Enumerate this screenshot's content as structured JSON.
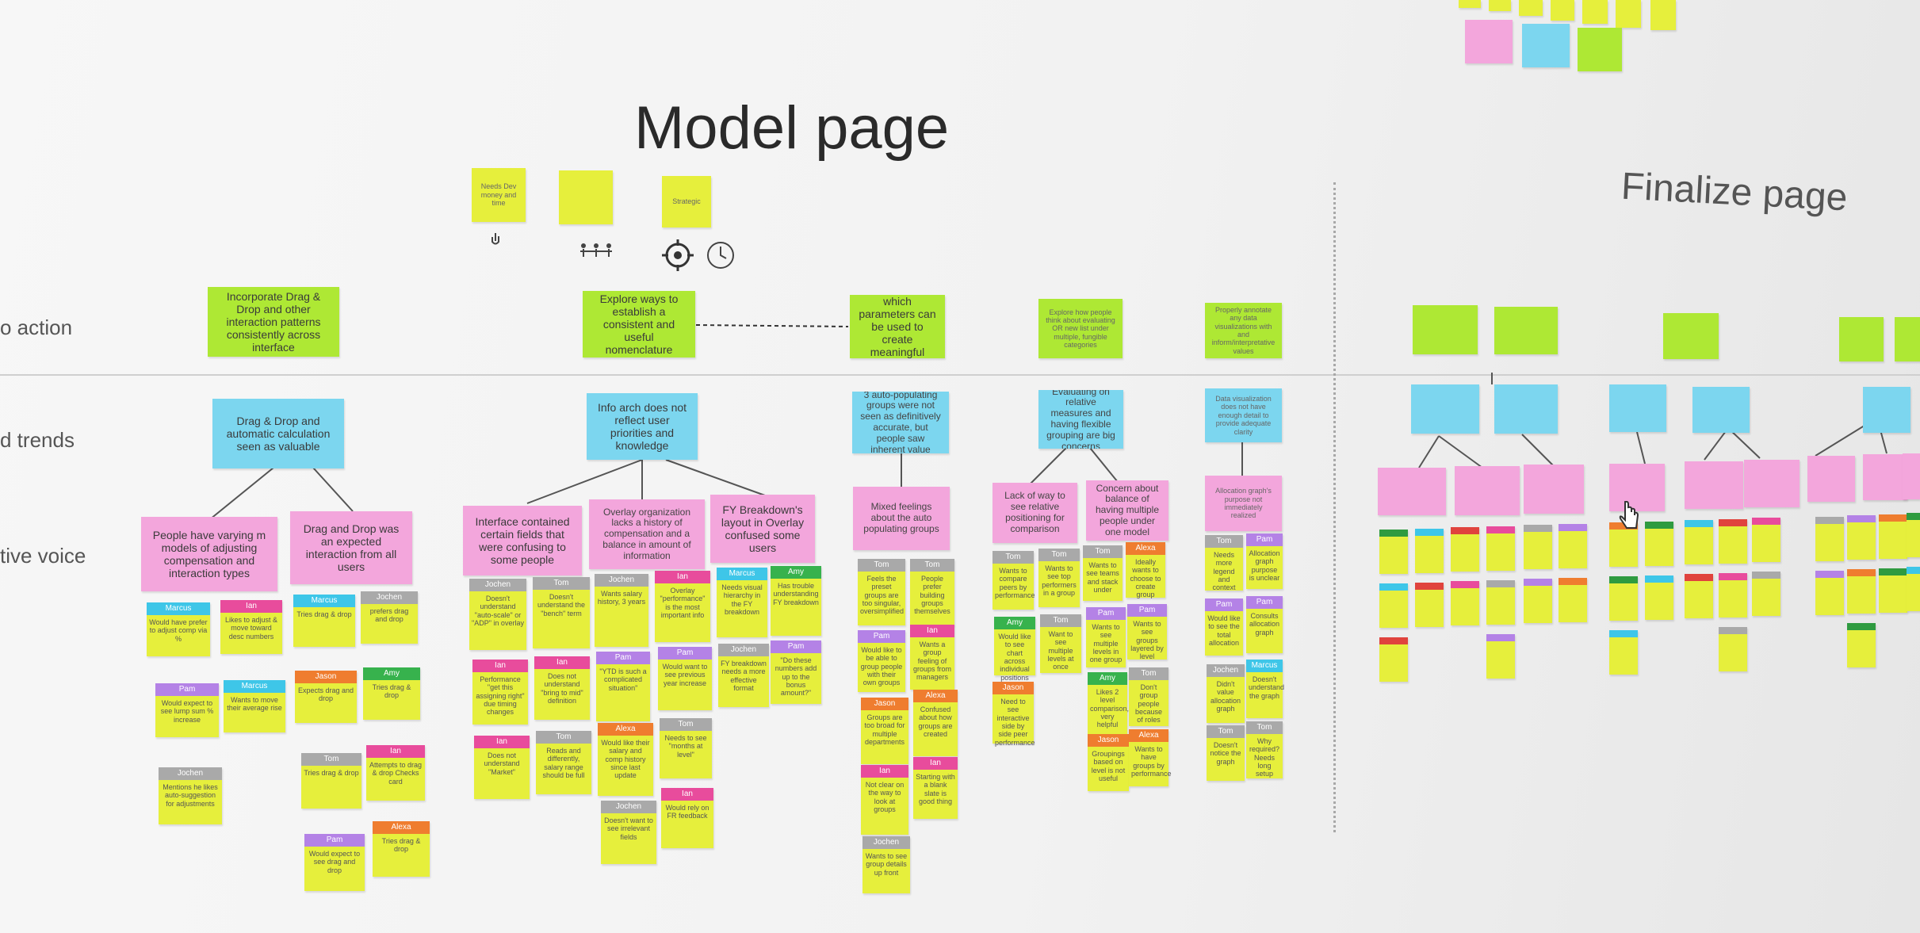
{
  "board": {
    "model_title": "Model page",
    "finalize_title": "Finalize page",
    "row_labels": {
      "action": "o action",
      "trends": "d trends",
      "voice": "tive voice"
    }
  },
  "top_notes": {
    "n1": "Needs Dev money and time",
    "n2": "",
    "n3": "Strategic"
  },
  "action_notes": {
    "a1": "Incorporate Drag & Drop and other interaction patterns consistently across interface",
    "a2": "Explore ways to establish a consistent and useful nomenclature",
    "a3": "Understand which parameters can be used to create meaningful groups",
    "a4": "Explore how people think about evaluating OR new list under multiple, fungible categories",
    "a5": "Properly annotate any data visualizations with and inform/interpretative values"
  },
  "trend_notes": {
    "t1": "Drag & Drop and automatic calculation seen as valuable",
    "t2": "Info arch does not reflect user priorities and knowledge",
    "t3": "3 auto-populating groups were not seen as definitively accurate, but people saw inherent value",
    "t4": "Evaluating on relative measures and having flexible grouping are big concerns",
    "t5": "Data visualization does not have enough detail to provide adequate clarity"
  },
  "voice_notes": {
    "v1": "People have varying m models of adjusting compensation and interaction types",
    "v2": "Drag and Drop was an expected interaction from all users",
    "v3": "Interface contained certain fields that were confusing to some people",
    "v4": "Overlay organization lacks a history of compensation and a balance in amount of information",
    "v5": "FY Breakdown's layout in Overlay confused some users",
    "v6": "Mixed feelings about the auto populating groups",
    "v7": "Lack of way to see relative positioning for comparison",
    "v8": "Concern about balance of having multiple people under one model",
    "v9": "Allocation graph's purpose not immediately realized"
  },
  "stickies": [
    {
      "name": "Marcus",
      "text": "Would have prefer to adjust comp via %"
    },
    {
      "name": "Ian",
      "text": "Likes to adjust & move toward desc numbers"
    },
    {
      "name": "Marcus",
      "text": "Tries drag & drop"
    },
    {
      "name": "Jochen",
      "text": "prefers drag and drop"
    },
    {
      "name": "Pam",
      "text": "Would expect to see lump sum % increase"
    },
    {
      "name": "Marcus",
      "text": "Wants to move their average rise"
    },
    {
      "name": "Jason",
      "text": "Expects drag and drop"
    },
    {
      "name": "Amy",
      "text": "Tries drag & drop"
    },
    {
      "name": "Jochen",
      "text": "Mentions he likes auto-suggestion for adjustments"
    },
    {
      "name": "Tom",
      "text": "Tries drag & drop"
    },
    {
      "name": "Ian",
      "text": "Attempts to drag & drop Checks card"
    },
    {
      "name": "Pam",
      "text": "Would expect to see drag and drop"
    },
    {
      "name": "Alexa",
      "text": "Tries drag & drop"
    },
    {
      "name": "Jochen",
      "text": "Doesn't understand \"auto-scale\" or \"ADP\" in overlay"
    },
    {
      "name": "Tom",
      "text": "Doesn't understand the \"bench\" term"
    },
    {
      "name": "Jochen",
      "text": "Wants salary history, 3 years"
    },
    {
      "name": "Ian",
      "text": "Overlay \"performance\" is the most important info"
    },
    {
      "name": "Marcus",
      "text": "Needs visual hierarchy in the FY breakdown"
    },
    {
      "name": "Amy",
      "text": "Has trouble understanding FY breakdown"
    },
    {
      "name": "Ian",
      "text": "Performance \"get this assigning right\" due timing changes"
    },
    {
      "name": "Ian",
      "text": "Does not understand \"bring to mid\" definition"
    },
    {
      "name": "Pam",
      "text": "\"YTD is such a complicated situation\""
    },
    {
      "name": "Pam",
      "text": "Would want to see previous year increase"
    },
    {
      "name": "Jochen",
      "text": "FY breakdown needs a more effective format"
    },
    {
      "name": "Pam",
      "text": "\"Do these numbers add up to the bonus amount?\""
    },
    {
      "name": "Ian",
      "text": "Does not understand \"Market\""
    },
    {
      "name": "Tom",
      "text": "Reads and differently, salary range should be full"
    },
    {
      "name": "Alexa",
      "text": "Would like their salary and comp history since last update"
    },
    {
      "name": "Tom",
      "text": "Needs to see \"months at level\""
    },
    {
      "name": "Jochen",
      "text": "Doesn't want to see irrelevant fields"
    },
    {
      "name": "Ian",
      "text": "Would rely on FR feedback"
    },
    {
      "name": "Tom",
      "text": "Feels the preset groups are too singular, oversimplified"
    },
    {
      "name": "Tom",
      "text": "People prefer building groups themselves"
    },
    {
      "name": "Pam",
      "text": "Would like to be able to group people with their own groups"
    },
    {
      "name": "Ian",
      "text": "Wants a group feeling of groups from managers"
    },
    {
      "name": "Jason",
      "text": "Groups are too broad for multiple departments"
    },
    {
      "name": "Alexa",
      "text": "Confused about how groups are created"
    },
    {
      "name": "Ian",
      "text": "Not clear on the way to look at groups"
    },
    {
      "name": "Ian",
      "text": "Starting with a blank slate is good thing"
    },
    {
      "name": "Jochen",
      "text": "Wants to see group details up front"
    },
    {
      "name": "Tom",
      "text": "Wants to compare peers by performance"
    },
    {
      "name": "Tom",
      "text": "Wants to see top performers in a group"
    },
    {
      "name": "Tom",
      "text": "Wants to see teams and stack under"
    },
    {
      "name": "Alexa",
      "text": "Ideally wants to choose to create group"
    },
    {
      "name": "Amy",
      "text": "Would like to see chart across individual positions"
    },
    {
      "name": "Tom",
      "text": "Want to see multiple levels at once"
    },
    {
      "name": "Pam",
      "text": "Wants to see multiple levels in one group"
    },
    {
      "name": "Pam",
      "text": "Wants to see groups layered by level"
    },
    {
      "name": "Jason",
      "text": "Need to see interactive side by side peer performance"
    },
    {
      "name": "Amy",
      "text": "Likes 2 level comparison, very helpful"
    },
    {
      "name": "Tom",
      "text": "Don't group people because of roles"
    },
    {
      "name": "Jason",
      "text": "Groupings based on level is not useful"
    },
    {
      "name": "Alexa",
      "text": "Wants to have groups by performance"
    },
    {
      "name": "Tom",
      "text": "Needs more legend and context"
    },
    {
      "name": "Pam",
      "text": "Allocation graph purpose is unclear"
    },
    {
      "name": "Pam",
      "text": "Would like to see the total allocation"
    },
    {
      "name": "Pam",
      "text": "Consults allocation graph"
    },
    {
      "name": "Jochen",
      "text": "Didn't value allocation graph"
    },
    {
      "name": "Marcus",
      "text": "Doesn't understand the graph"
    },
    {
      "name": "Tom",
      "text": "Doesn't notice the graph"
    },
    {
      "name": "Tom",
      "text": "Why required? Needs long setup"
    }
  ],
  "icons": {
    "hand": "hand-icon",
    "people": "people-icon",
    "target": "target-icon",
    "clock": "clock-icon",
    "star": "star-icon",
    "cursor": "hand-cursor-icon"
  },
  "colors": {
    "yellow": "#e6ef3c",
    "green": "#aee834",
    "blue": "#7cd6ef",
    "pink": "#f3a6dc"
  }
}
